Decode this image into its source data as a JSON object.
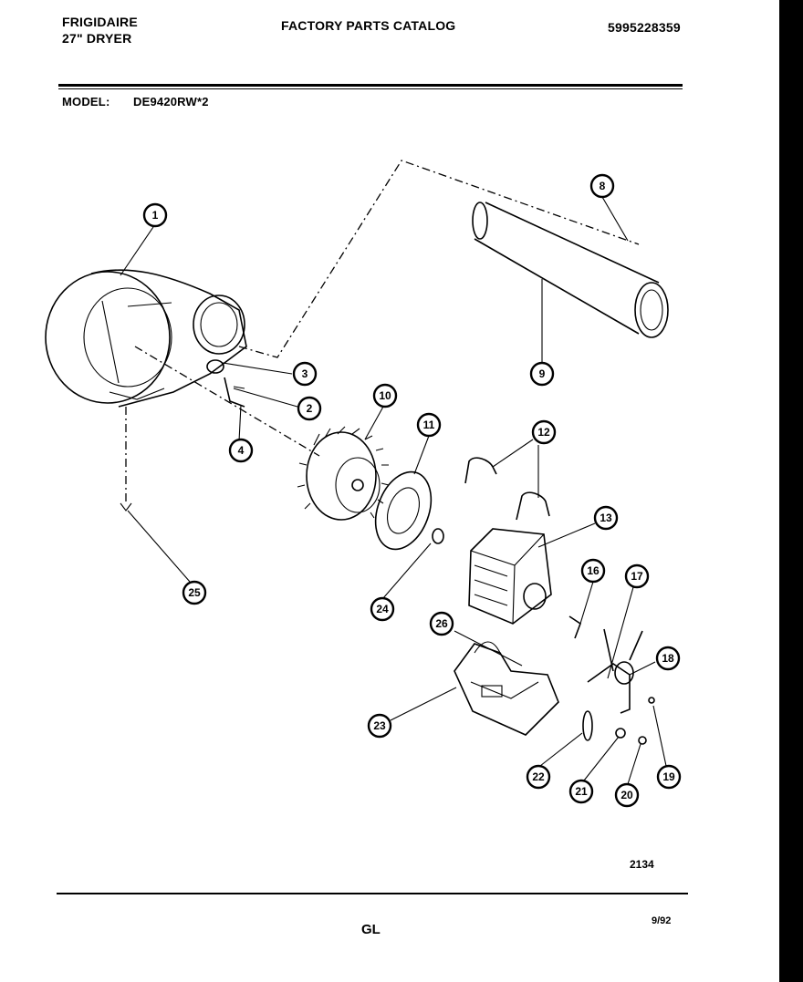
{
  "header": {
    "brand": "FRIGIDAIRE",
    "product": "27\" DRYER",
    "title": "FACTORY PARTS CATALOG",
    "catalog_number": "5995228359"
  },
  "model": {
    "label": "MODEL:",
    "value": "DE9420RW*2"
  },
  "callouts": [
    "1",
    "2",
    "3",
    "4",
    "8",
    "9",
    "10",
    "11",
    "12",
    "13",
    "16",
    "17",
    "18",
    "19",
    "20",
    "21",
    "22",
    "23",
    "24",
    "25",
    "26"
  ],
  "footer": {
    "figure_number": "2134",
    "date": "9/92",
    "code": "GL"
  }
}
